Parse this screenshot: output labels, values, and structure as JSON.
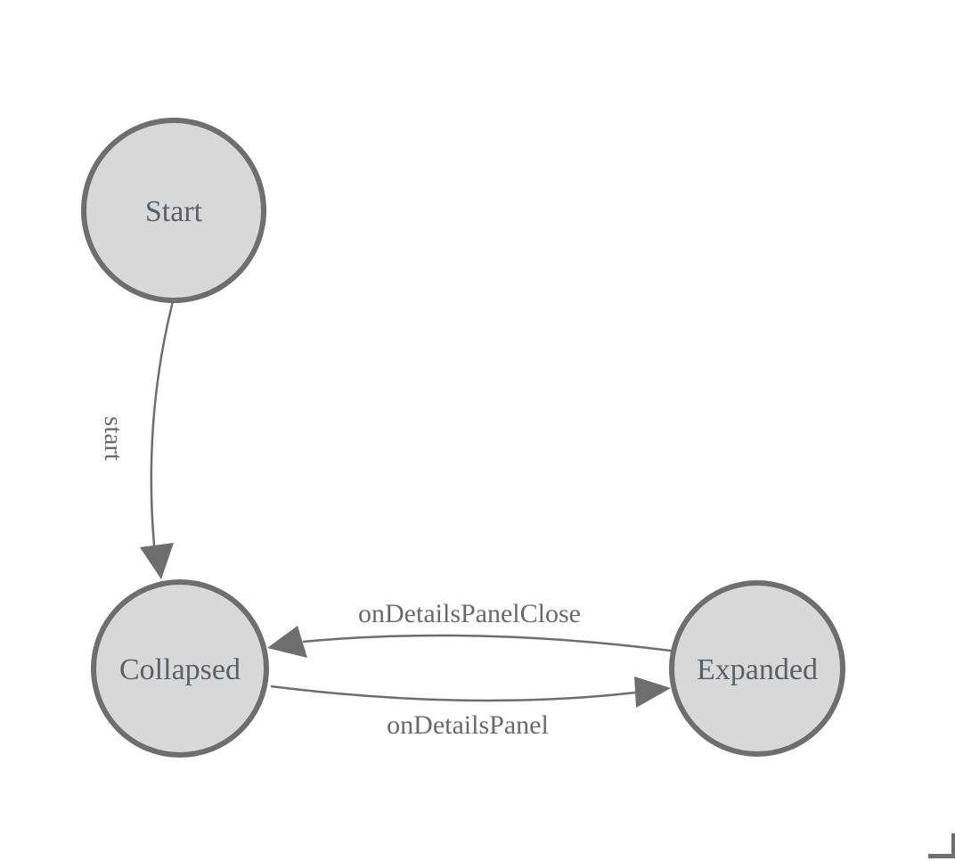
{
  "diagram": {
    "type": "state-machine",
    "states": [
      {
        "id": "Start",
        "label": "Start"
      },
      {
        "id": "Collapsed",
        "label": "Collapsed"
      },
      {
        "id": "Expanded",
        "label": "Expanded"
      }
    ],
    "transitions": [
      {
        "from": "Start",
        "to": "Collapsed",
        "label": "start"
      },
      {
        "from": "Expanded",
        "to": "Collapsed",
        "label": "onDetailsPanelClose"
      },
      {
        "from": "Collapsed",
        "to": "Expanded",
        "label": "onDetailsPanel"
      }
    ],
    "colors": {
      "background": "#ffffff",
      "state_fill": "#d8d8d8",
      "state_stroke": "#6e6e6e",
      "edge_stroke": "#6e6e6e",
      "arrowhead_fill": "#6e6e6e",
      "state_text": "#5c6064",
      "edge_text": "#67696c",
      "corner_mark": "#6f6f6f"
    }
  }
}
